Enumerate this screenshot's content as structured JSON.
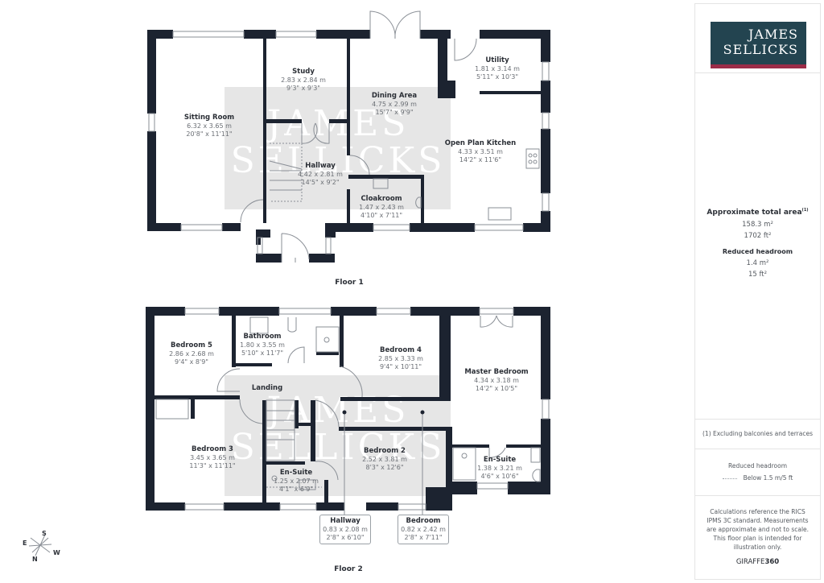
{
  "brand": {
    "line1": "JAMES",
    "line2": "SELLICKS",
    "colors": {
      "logo_bg": "#234450",
      "logo_accent": "#9b2c48",
      "wall": "#1c2330",
      "watermark": "#e6e6e6"
    }
  },
  "watermark": {
    "line1": "JAMES",
    "line2": "SELLICKS"
  },
  "floor1": {
    "label": "Floor 1",
    "rooms": [
      {
        "name": "Sitting Room",
        "metric": "6.32 x 3.65 m",
        "imperial": "20'8\" x 11'11\""
      },
      {
        "name": "Study",
        "metric": "2.83 x 2.84 m",
        "imperial": "9'3\" x 9'3\""
      },
      {
        "name": "Dining Area",
        "metric": "4.75 x 2.99 m",
        "imperial": "15'7\" x 9'9\""
      },
      {
        "name": "Utility",
        "metric": "1.81 x 3.14 m",
        "imperial": "5'11\" x 10'3\""
      },
      {
        "name": "Open Plan Kitchen",
        "metric": "4.33 x 3.51 m",
        "imperial": "14'2\" x 11'6\""
      },
      {
        "name": "Hallway",
        "metric": "4.42 x 2.81 m",
        "imperial": "14'5\" x 9'2\""
      },
      {
        "name": "Cloakroom",
        "metric": "1.47 x 2.43 m",
        "imperial": "4'10\" x 7'11\""
      }
    ]
  },
  "floor2": {
    "label": "Floor 2",
    "rooms": [
      {
        "name": "Bedroom 5",
        "metric": "2.86 x 2.68 m",
        "imperial": "9'4\" x 8'9\""
      },
      {
        "name": "Bathroom",
        "metric": "1.80 x 3.55 m",
        "imperial": "5'10\" x 11'7\""
      },
      {
        "name": "Bedroom 4",
        "metric": "2.85 x 3.33 m",
        "imperial": "9'4\" x 10'11\""
      },
      {
        "name": "Master Bedroom",
        "metric": "4.34 x 3.18 m",
        "imperial": "14'2\" x 10'5\""
      },
      {
        "name": "Landing",
        "metric": "",
        "imperial": ""
      },
      {
        "name": "Bedroom 3",
        "metric": "3.45 x 3.65 m",
        "imperial": "11'3\" x 11'11\""
      },
      {
        "name": "Bedroom 2",
        "metric": "2.52 x 3.81 m",
        "imperial": "8'3\" x 12'6\""
      },
      {
        "name": "En-Suite",
        "metric": "1.25 x 2.07 m",
        "imperial": "4'1\" x 6'9\""
      },
      {
        "name": "En-Suite",
        "metric": "1.38 x 3.21 m",
        "imperial": "4'6\" x 10'6\""
      }
    ],
    "callouts": [
      {
        "name": "Hallway",
        "metric": "0.83 x 2.08 m",
        "imperial": "2'8\" x 6'10\""
      },
      {
        "name": "Bedroom",
        "metric": "0.82 x 2.42 m",
        "imperial": "2'8\" x 7'11\""
      }
    ]
  },
  "compass": {
    "n": "N",
    "e": "E",
    "s": "S",
    "w": "W"
  },
  "sidebar": {
    "area_title": "Approximate total area",
    "area_footnote_mark": "(1)",
    "area_m2": "158.3 m²",
    "area_ft2": "1702 ft²",
    "reduced_title": "Reduced headroom",
    "reduced_m2": "1.4 m²",
    "reduced_ft2": "15 ft²",
    "footnote": "(1) Excluding balconies and terraces",
    "legend_title": "Reduced headroom",
    "legend_item": "Below 1.5 m/5 ft",
    "disclaimer": "Calculations reference the RICS IPMS 3C standard. Measurements are approximate and not to scale. This floor plan is intended for illustration only.",
    "giraffe_word": "GIRAFFE",
    "giraffe_num": "360"
  }
}
